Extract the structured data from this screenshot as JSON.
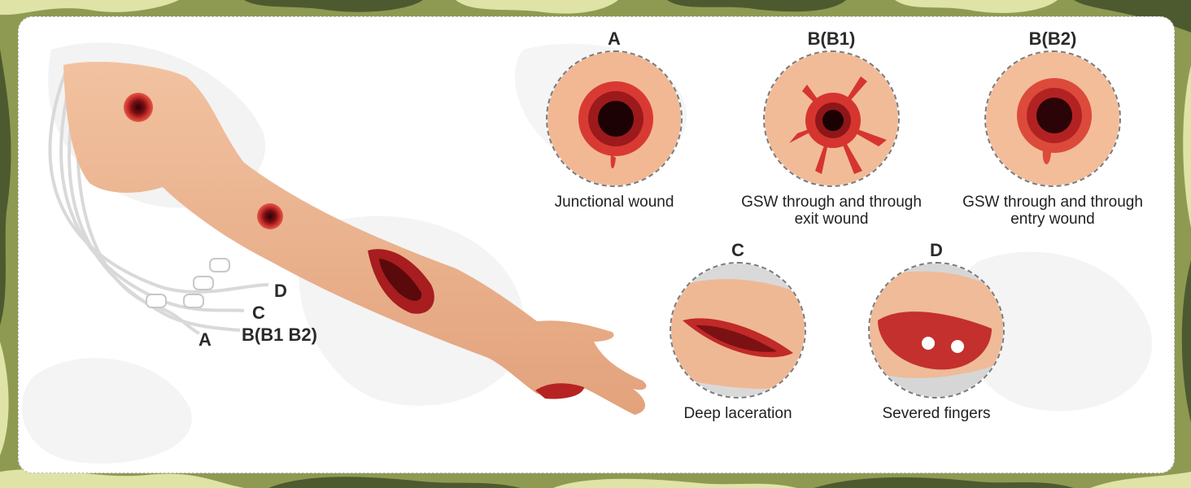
{
  "callouts": [
    {
      "id": "A",
      "title": "A",
      "caption": "Junctional wound"
    },
    {
      "id": "B1",
      "title": "B(B1)",
      "caption": "GSW through and through exit wound"
    },
    {
      "id": "B2",
      "title": "B(B2)",
      "caption": "GSW through and through entry wound"
    },
    {
      "id": "C",
      "title": "C",
      "caption": "Deep laceration"
    },
    {
      "id": "D",
      "title": "D",
      "caption": "Severed fingers"
    }
  ],
  "tube_labels": {
    "d": "D",
    "c": "C",
    "b": "B(B1 B2)",
    "a": "A"
  },
  "colors": {
    "skin": "#efb996",
    "wound": "#c42a2a",
    "wound_dark": "#3a0508",
    "camo_light": "#dfe3a6",
    "camo_mid": "#9aa35b",
    "camo_dark": "#4d5a30"
  }
}
